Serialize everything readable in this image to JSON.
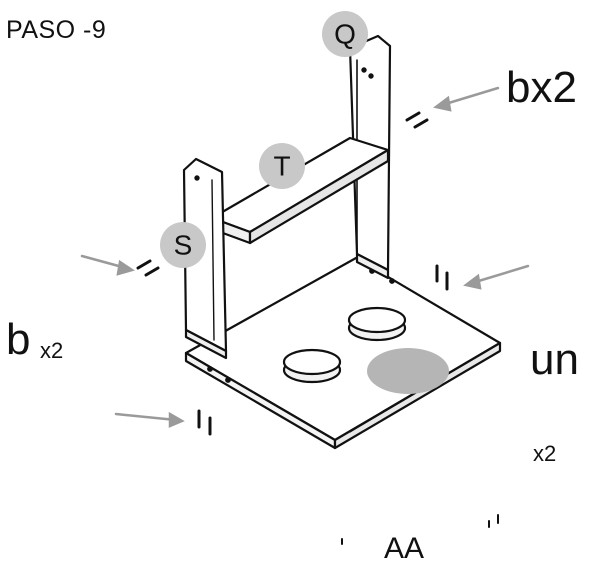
{
  "step": {
    "label": "PASO   -9"
  },
  "parts": {
    "Q": "Q",
    "T": "T",
    "S": "S"
  },
  "hardware": {
    "b_right": "bx2",
    "b_left_letter": "b",
    "b_left_qty": "x2",
    "un": "un",
    "un_qty": "x2",
    "aa": "AA"
  },
  "colors": {
    "line": "#111111",
    "label_circle": "#c8c8c8",
    "arrow": "#9a9a9a",
    "blob": "#b5b5b5"
  }
}
